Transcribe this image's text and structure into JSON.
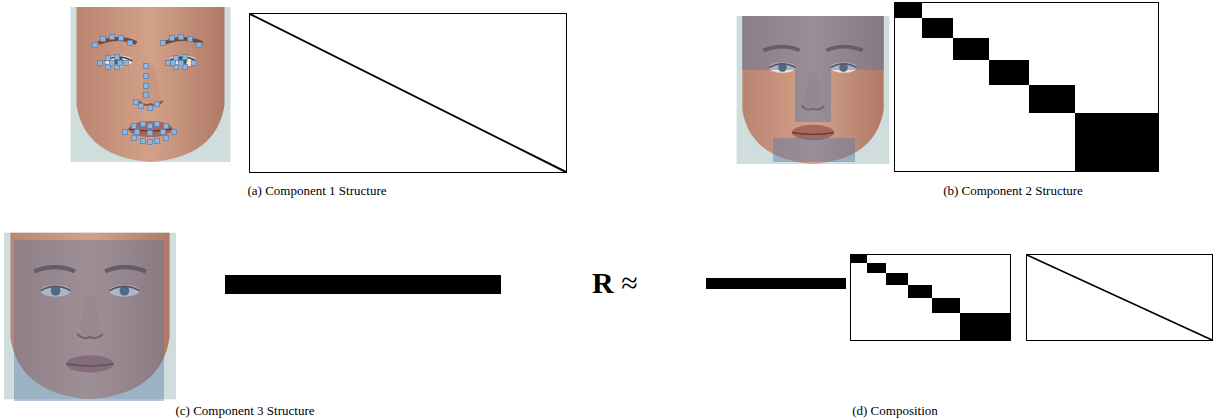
{
  "diagram": {
    "labels": [
      "(a) Component 1 Structure",
      "(b) Component 2 Structure",
      "(c) Component 3 Structure",
      "(d) Composition",
      "R ≈"
    ]
  }
}
